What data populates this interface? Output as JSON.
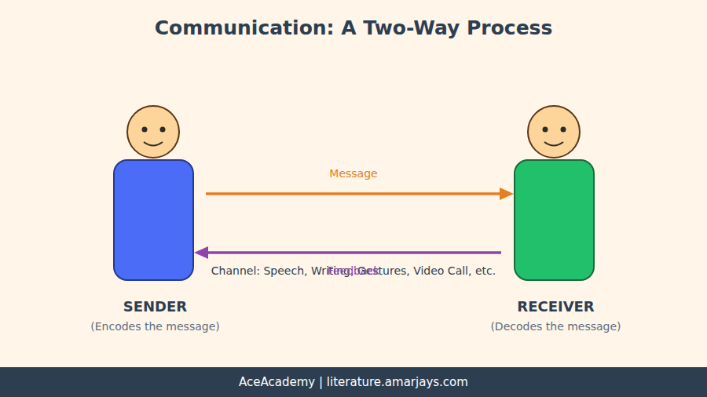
{
  "diagram": {
    "title": "Communication: A Two-Way Process",
    "nodes": [
      {
        "text": [
          "SENDER",
          "(Encodes the message)"
        ]
      },
      {
        "text": [
          "RECEIVER",
          "(Decodes the message)"
        ]
      },
      {
        "text": [
          "AceAcademy | literature.amarjays.com"
        ]
      }
    ],
    "edges": [
      {
        "from": 0,
        "to": 1,
        "label": "Message",
        "arrow": "to"
      },
      {
        "from": 1,
        "to": 0,
        "label": "Feedback",
        "arrow": "to"
      }
    ],
    "labels": [
      "Channel: Speech, Writing, Gestures, Video Call, etc."
    ]
  }
}
